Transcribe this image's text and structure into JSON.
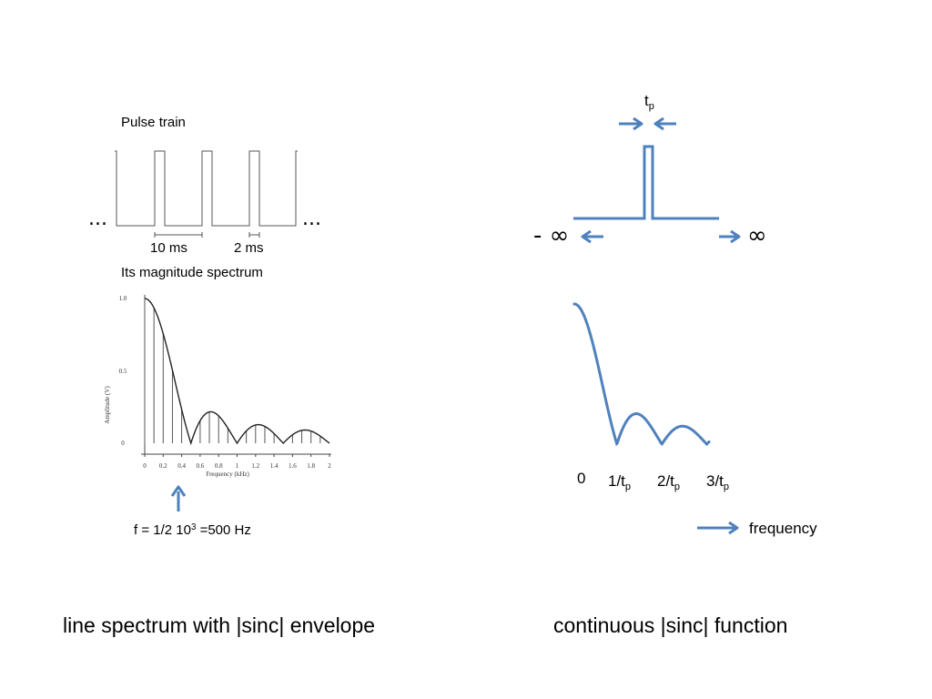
{
  "left": {
    "pulse_title": "Pulse train",
    "ellipsis_left": "...",
    "ellipsis_right": "...",
    "period_label": "10 ms",
    "width_label": "2 ms",
    "spectrum_title": "Its magnitude spectrum",
    "plot": {
      "ylabel": "Amplitude (V)",
      "xlabel": "Frequency (kHz)",
      "yticks": [
        "1.0",
        "0.5",
        "0"
      ],
      "xticks": [
        "0",
        "0.2",
        "0.4",
        "0.6",
        "0.8",
        "1",
        "1.2",
        "1.4",
        "1.6",
        "1.8",
        "2"
      ]
    },
    "freq_note": {
      "prefix": "f = 1/2 10",
      "exp": "3",
      "suffix": " =500 Hz"
    },
    "caption": "line spectrum with |sinc| envelope"
  },
  "right": {
    "tp_base": "t",
    "tp_sub": "p",
    "neg_inf": "- ∞",
    "pos_inf": "∞",
    "zero_label": "0",
    "x_labels": [
      {
        "base": "1/t",
        "sub": "p"
      },
      {
        "base": "2/t",
        "sub": "p"
      },
      {
        "base": "3/t",
        "sub": "p"
      }
    ],
    "freq_label": "frequency",
    "caption": "continuous |sinc| function",
    "accent_color": "#4f81bd"
  }
}
